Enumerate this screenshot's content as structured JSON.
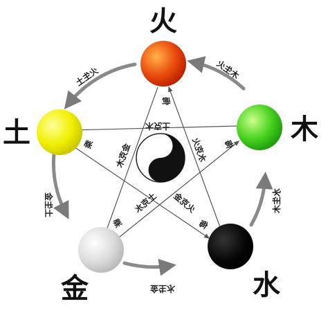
{
  "elements": {
    "fire": {
      "label": "火",
      "color": "#d93a00"
    },
    "wood": {
      "label": "木",
      "color": "#3cc21a"
    },
    "water": {
      "label": "水",
      "color": "#000000"
    },
    "metal": {
      "label": "金",
      "color": "#d6d6d6"
    },
    "earth": {
      "label": "土",
      "color": "#e8e800"
    }
  },
  "generating_cycle": [
    {
      "label": "木生火"
    },
    {
      "label": "火生土"
    },
    {
      "label": "土生金"
    },
    {
      "label": "金生水"
    },
    {
      "label": "水生木"
    }
  ],
  "overcoming_cycle": [
    {
      "label": "木克土"
    },
    {
      "label": "土克水"
    },
    {
      "label": "水克火"
    },
    {
      "label": "火克金"
    },
    {
      "label": "金克木"
    }
  ],
  "inner_marks": [
    {
      "label": "侮"
    },
    {
      "label": "乘"
    },
    {
      "label": "侮"
    },
    {
      "label": "乘"
    },
    {
      "label": "侮"
    }
  ]
}
